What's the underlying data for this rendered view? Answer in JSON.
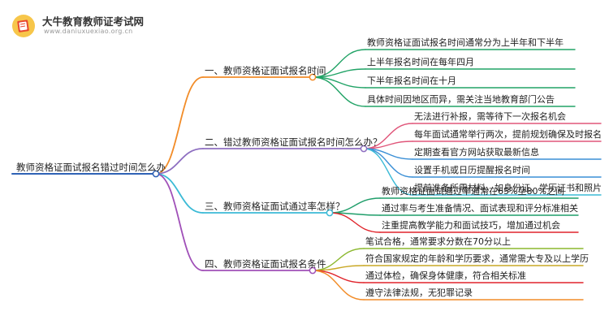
{
  "brand": {
    "title": "大牛教育教师证考试网",
    "url": "www.daniuxuexiao.org.cn"
  },
  "mindmap": {
    "root": "教师资格证面试报名错过时间怎么办",
    "branches": [
      {
        "label": "一、教师资格证面试报名时间",
        "color": "#f28c28",
        "leaf_color": "#21a366",
        "leaves": [
          "教师资格证面试报名时间通常分为上半年和下半年",
          "上半年报名时间在每年四月",
          "下半年报名时间在十月",
          "具体时间因地区而异，需关注当地教育部门公告"
        ]
      },
      {
        "label": "二、错过教师资格证面试报名时间怎么办？",
        "color": "#8e6fc1",
        "leaf_colors": [
          "#e0567a",
          "#e0567a",
          "#3a8fd6",
          "#3a8fd6",
          "#3bbad6"
        ],
        "leaves": [
          "无法进行补报，需等待下一次报名机会",
          "每年面试通常举行两次，提前规划确保及时报名",
          "定期查看官方网站获取最新信息",
          "设置手机或日历提醒报名时间",
          "提前准备所需材料，如身份证、学历证书和照片"
        ]
      },
      {
        "label": "三、教师资格证面试通过率怎样？",
        "color": "#3bbad6",
        "leaf_colors": [
          "#1f9e6a",
          "#1f9e6a",
          "#e0242b"
        ],
        "leaves": [
          "教师资格证面试通过率通常在65%至80%之间",
          "通过率与考生准备情况、面试表现和评分标准相关",
          "注重提高教学能力和面试技巧，增加通过机会"
        ]
      },
      {
        "label": "四、教师资格证面试报名条件",
        "color": "#a050b8",
        "leaf_colors": [
          "#8bb82e",
          "#c9a825",
          "#e0242b",
          "#f28c28"
        ],
        "leaves": [
          "笔试合格，通常要求分数在70分以上",
          "符合国家规定的年龄和学历要求，通常需大专及以上学历",
          "通过体检，确保身体健康，符合相关标准",
          "遵守法律法规，无犯罪记录"
        ]
      }
    ]
  }
}
